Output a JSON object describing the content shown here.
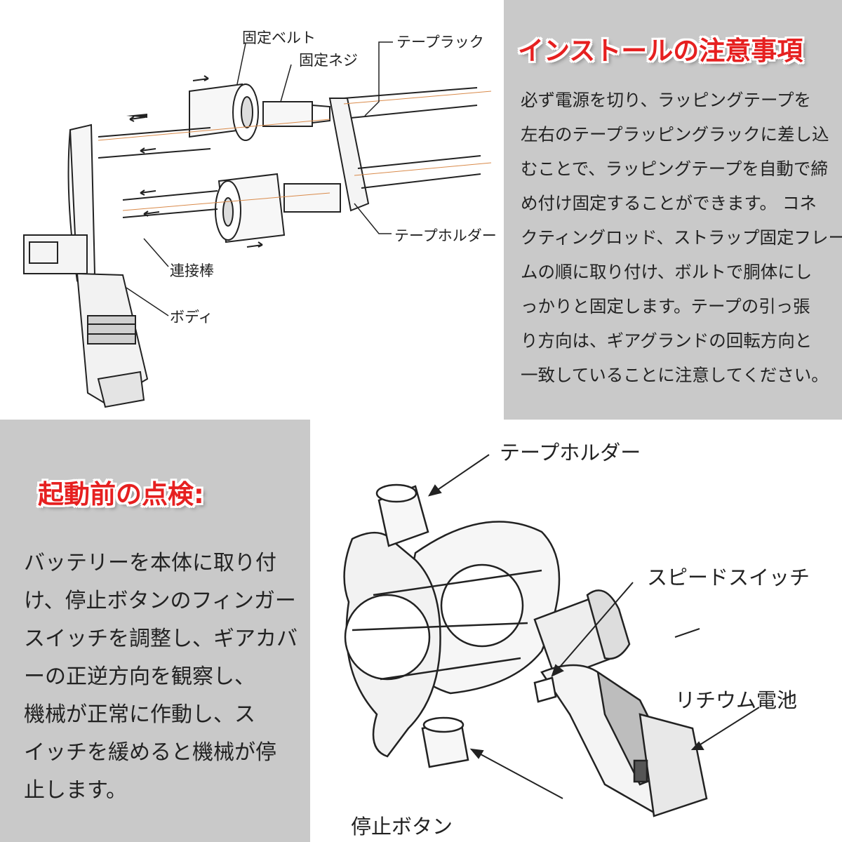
{
  "install": {
    "heading": "インストールの注意事項",
    "lines": [
      "必ず電源を切り、ラッピングテープを",
      "左右のテープラッピングラックに差し込",
      "むことで、ラッピングテープを自動で締",
      "め付け固定することができます。 コネ",
      "クティングロッド、ストラップ固定フレー",
      "ムの順に取り付け、ボルトで胴体にし",
      "っかりと固定します。テープの引っ張",
      "り方向は、ギアグランドの回転方向と",
      "一致していることに注意してください。"
    ]
  },
  "check": {
    "heading": "起動前の点検:",
    "lines": [
      "バッテリーを本体に取り付",
      "け、停止ボタンのフィンガー",
      "スイッチを調整し、ギアカバ",
      "ーの正逆方向を観察し、",
      "機械が正常に作動し、ス",
      "イッチを緩めると機械が停",
      "止します。"
    ]
  },
  "diagram1": {
    "labels": {
      "belt": "固定ベルト",
      "screw": "固定ネジ",
      "rack": "テープラック",
      "holder": "テープホルダー",
      "rod": "連接棒",
      "body": "ボディ"
    }
  },
  "diagram2": {
    "labels": {
      "holder": "テープホルダー",
      "speed": "スピードスイッチ",
      "battery": "リチウム電池",
      "stop": "停止ボタン"
    }
  },
  "colors": {
    "heading": "#e62020",
    "panel": "#c9c9c9"
  }
}
